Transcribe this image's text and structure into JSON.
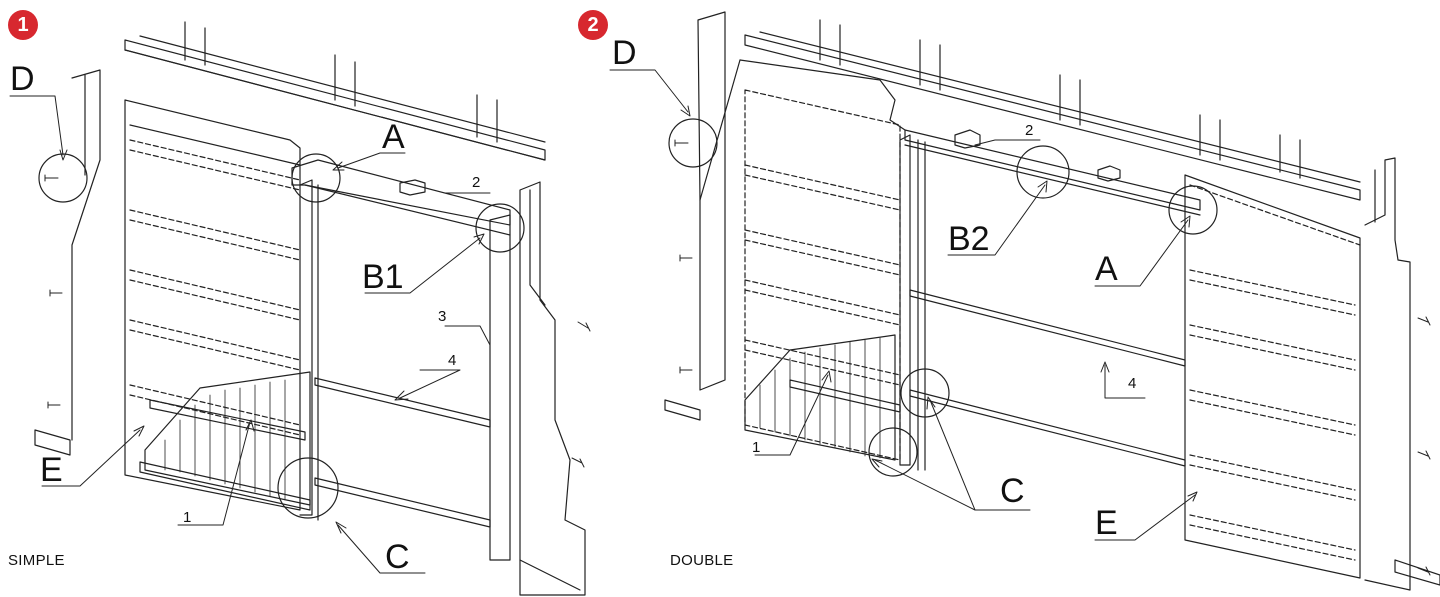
{
  "badge_color": "#d7282f",
  "panels": [
    {
      "badge": "1",
      "caption": "SIMPLE",
      "callouts": {
        "D": "D",
        "A": "A",
        "B": "B1",
        "E": "E",
        "C": "C"
      },
      "numbers": {
        "n1": "1",
        "n2": "2",
        "n3": "3",
        "n4": "4"
      }
    },
    {
      "badge": "2",
      "caption": "DOUBLE",
      "callouts": {
        "D": "D",
        "A": "A",
        "B": "B2",
        "E": "E",
        "C": "C"
      },
      "numbers": {
        "n1": "1",
        "n2": "2",
        "n4": "4"
      }
    }
  ]
}
